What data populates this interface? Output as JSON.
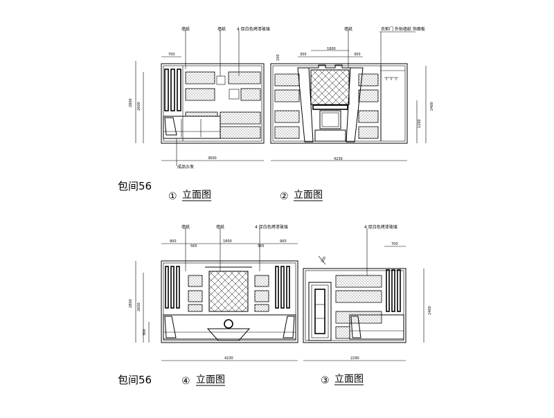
{
  "room_label": "包间56",
  "elevations": [
    {
      "num": "①",
      "title": "立面图"
    },
    {
      "num": "②",
      "title": "立面图"
    },
    {
      "num": "④",
      "title": "立面图"
    },
    {
      "num": "③",
      "title": "立面图"
    }
  ],
  "notes": {
    "material_a": "墙纸",
    "material_b": "墙纸",
    "panel_note": "4 厚白色烤漆玻璃",
    "wardrobe_note": "衣柜门 外贴墙纸 饰面板",
    "sofa_note": "成品沙发"
  },
  "dims": {
    "e1": {
      "top": "700",
      "bottom": "3600",
      "height_outer": "2800",
      "height_inner": "2600",
      "top_small": "100"
    },
    "e2": {
      "top_left": "300",
      "top_mid": "1800",
      "top_right": "300",
      "bottom": "4230",
      "right_outer": "2400",
      "right_inner": "1200"
    },
    "e4": {
      "a": "900",
      "b": "565",
      "c": "1800",
      "d": "565",
      "e": "900",
      "bottom": "4230",
      "h_outer": "2800",
      "h_inner": "2600",
      "h_low": "300"
    },
    "e3": {
      "top": "700",
      "bottom": "2290",
      "right": "2400",
      "top_small": "100"
    }
  }
}
